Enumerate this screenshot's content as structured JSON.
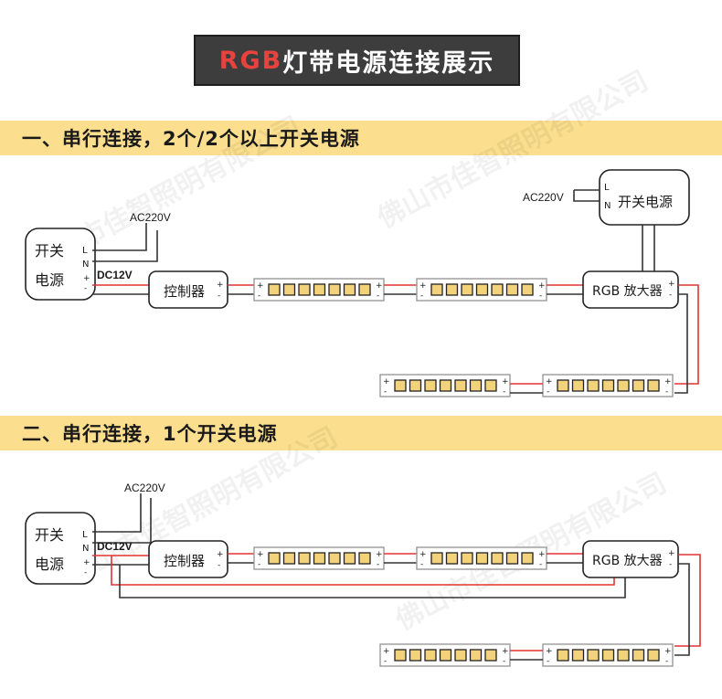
{
  "title": {
    "rgb": "RGB",
    "rest": "灯带电源连接展示"
  },
  "section1": {
    "heading": "一、串行连接，2个/2个以上开关电源"
  },
  "section2": {
    "heading": "二、串行连接，1个开关电源"
  },
  "labels": {
    "ac": "AC220V",
    "dc": "DC12V",
    "psu_line1": "开关",
    "psu_line2": "电源",
    "psu_full": "开关电源",
    "controller": "控制器",
    "amplifier": "RGB 放大器",
    "l": "L",
    "n": "N",
    "plus": "+",
    "minus": "-"
  },
  "watermark": "佛山市佳智照明有限公司",
  "colors": {
    "banner": "#fbdf8e",
    "title_bg": "#3d3d3d",
    "title_accent": "#e8423f",
    "wire_red": "#e03434",
    "wire_dark": "#333333",
    "led": "#f2d27a"
  }
}
